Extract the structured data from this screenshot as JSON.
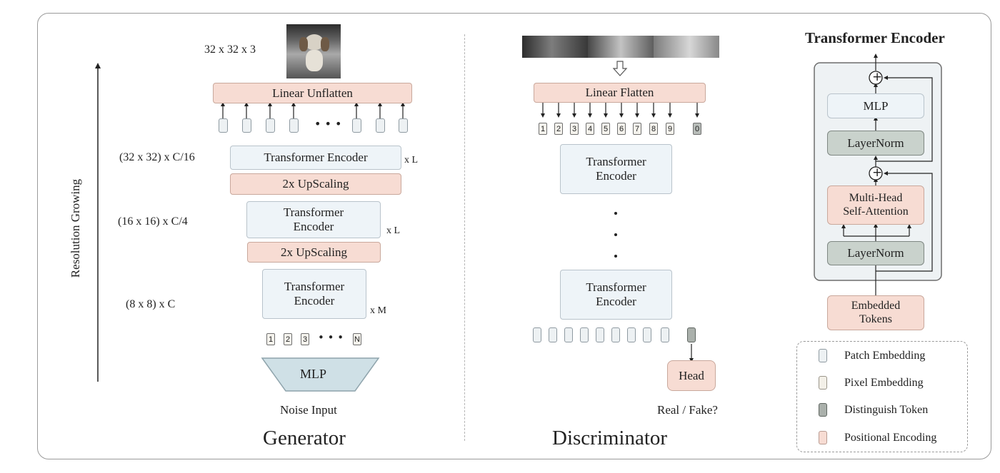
{
  "generator": {
    "caption": "Generator",
    "axis_label": "Resolution Growing",
    "output_shape": "32 x 32 x 3",
    "linear_unflatten": "Linear Unflatten",
    "stage1": {
      "shape": "(32 x 32) x C/16",
      "encoder": "Transformer Encoder",
      "repeat": "x L",
      "upscale": "2x UpScaling"
    },
    "stage2": {
      "shape": "(16 x 16) x C/4",
      "encoder_line1": "Transformer",
      "encoder_line2": "Encoder",
      "repeat": "x L",
      "upscale": "2x UpScaling"
    },
    "stage3": {
      "shape": "(8 x 8) x C",
      "encoder_line1": "Transformer",
      "encoder_line2": "Encoder",
      "repeat": "x M"
    },
    "tokens": [
      "1",
      "2",
      "3",
      "N"
    ],
    "dots": "• • •",
    "mlp": "MLP",
    "noise": "Noise Input"
  },
  "discriminator": {
    "caption": "Discriminator",
    "linear_flatten": "Linear Flatten",
    "tokens": [
      "1",
      "2",
      "3",
      "4",
      "5",
      "6",
      "7",
      "8",
      "9",
      "0"
    ],
    "encoder_top_line1": "Transformer",
    "encoder_top_line2": "Encoder",
    "encoder_bottom_line1": "Transformer",
    "encoder_bottom_line2": "Encoder",
    "head": "Head",
    "output": "Real / Fake?"
  },
  "encoder_detail": {
    "title": "Transformer Encoder",
    "mlp": "MLP",
    "layernorm_top": "LayerNorm",
    "attention_line1": "Multi-Head",
    "attention_line2": "Self-Attention",
    "layernorm_bottom": "LayerNorm",
    "embedded_line1": "Embedded",
    "embedded_line2": "Tokens",
    "add_symbol": "+"
  },
  "legend": [
    {
      "label": "Patch Embedding",
      "kind": "patch"
    },
    {
      "label": "Pixel Embedding",
      "kind": "pix"
    },
    {
      "label": "Distinguish Token",
      "kind": "dist"
    },
    {
      "label": "Positional Encoding",
      "kind": "pos"
    }
  ],
  "colors": {
    "pink": "#f7dcd3",
    "light_blue": "#eef4f8",
    "gray_green": "#c9d2cc",
    "mlp_trapezoid": "#cfe0e6"
  }
}
